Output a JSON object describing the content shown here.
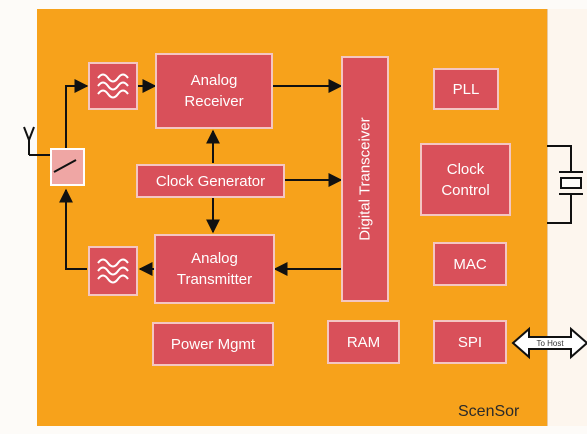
{
  "blocks": {
    "analog_receiver": "Analog\nReceiver",
    "clock_generator": "Clock Generator",
    "analog_transmitter": "Analog\nTransmitter",
    "power_mgmt": "Power Mgmt",
    "digital_transceiver": "Digital Transceiver",
    "pll": "PLL",
    "clock_control": "Clock\nControl",
    "mac": "MAC",
    "ram": "RAM",
    "spi": "SPI"
  },
  "host_label": "To Host",
  "chip_label": "ScenSor",
  "colors": {
    "chip_bg": "#f7a21b",
    "block_fill": "#d9505a",
    "block_border": "#f4c6c2",
    "wire": "#111111"
  },
  "icons": [
    "antenna-icon",
    "rf-switch-icon",
    "bandpass-filter-icon",
    "crystal-oscillator-icon",
    "bidirectional-arrow-icon"
  ]
}
